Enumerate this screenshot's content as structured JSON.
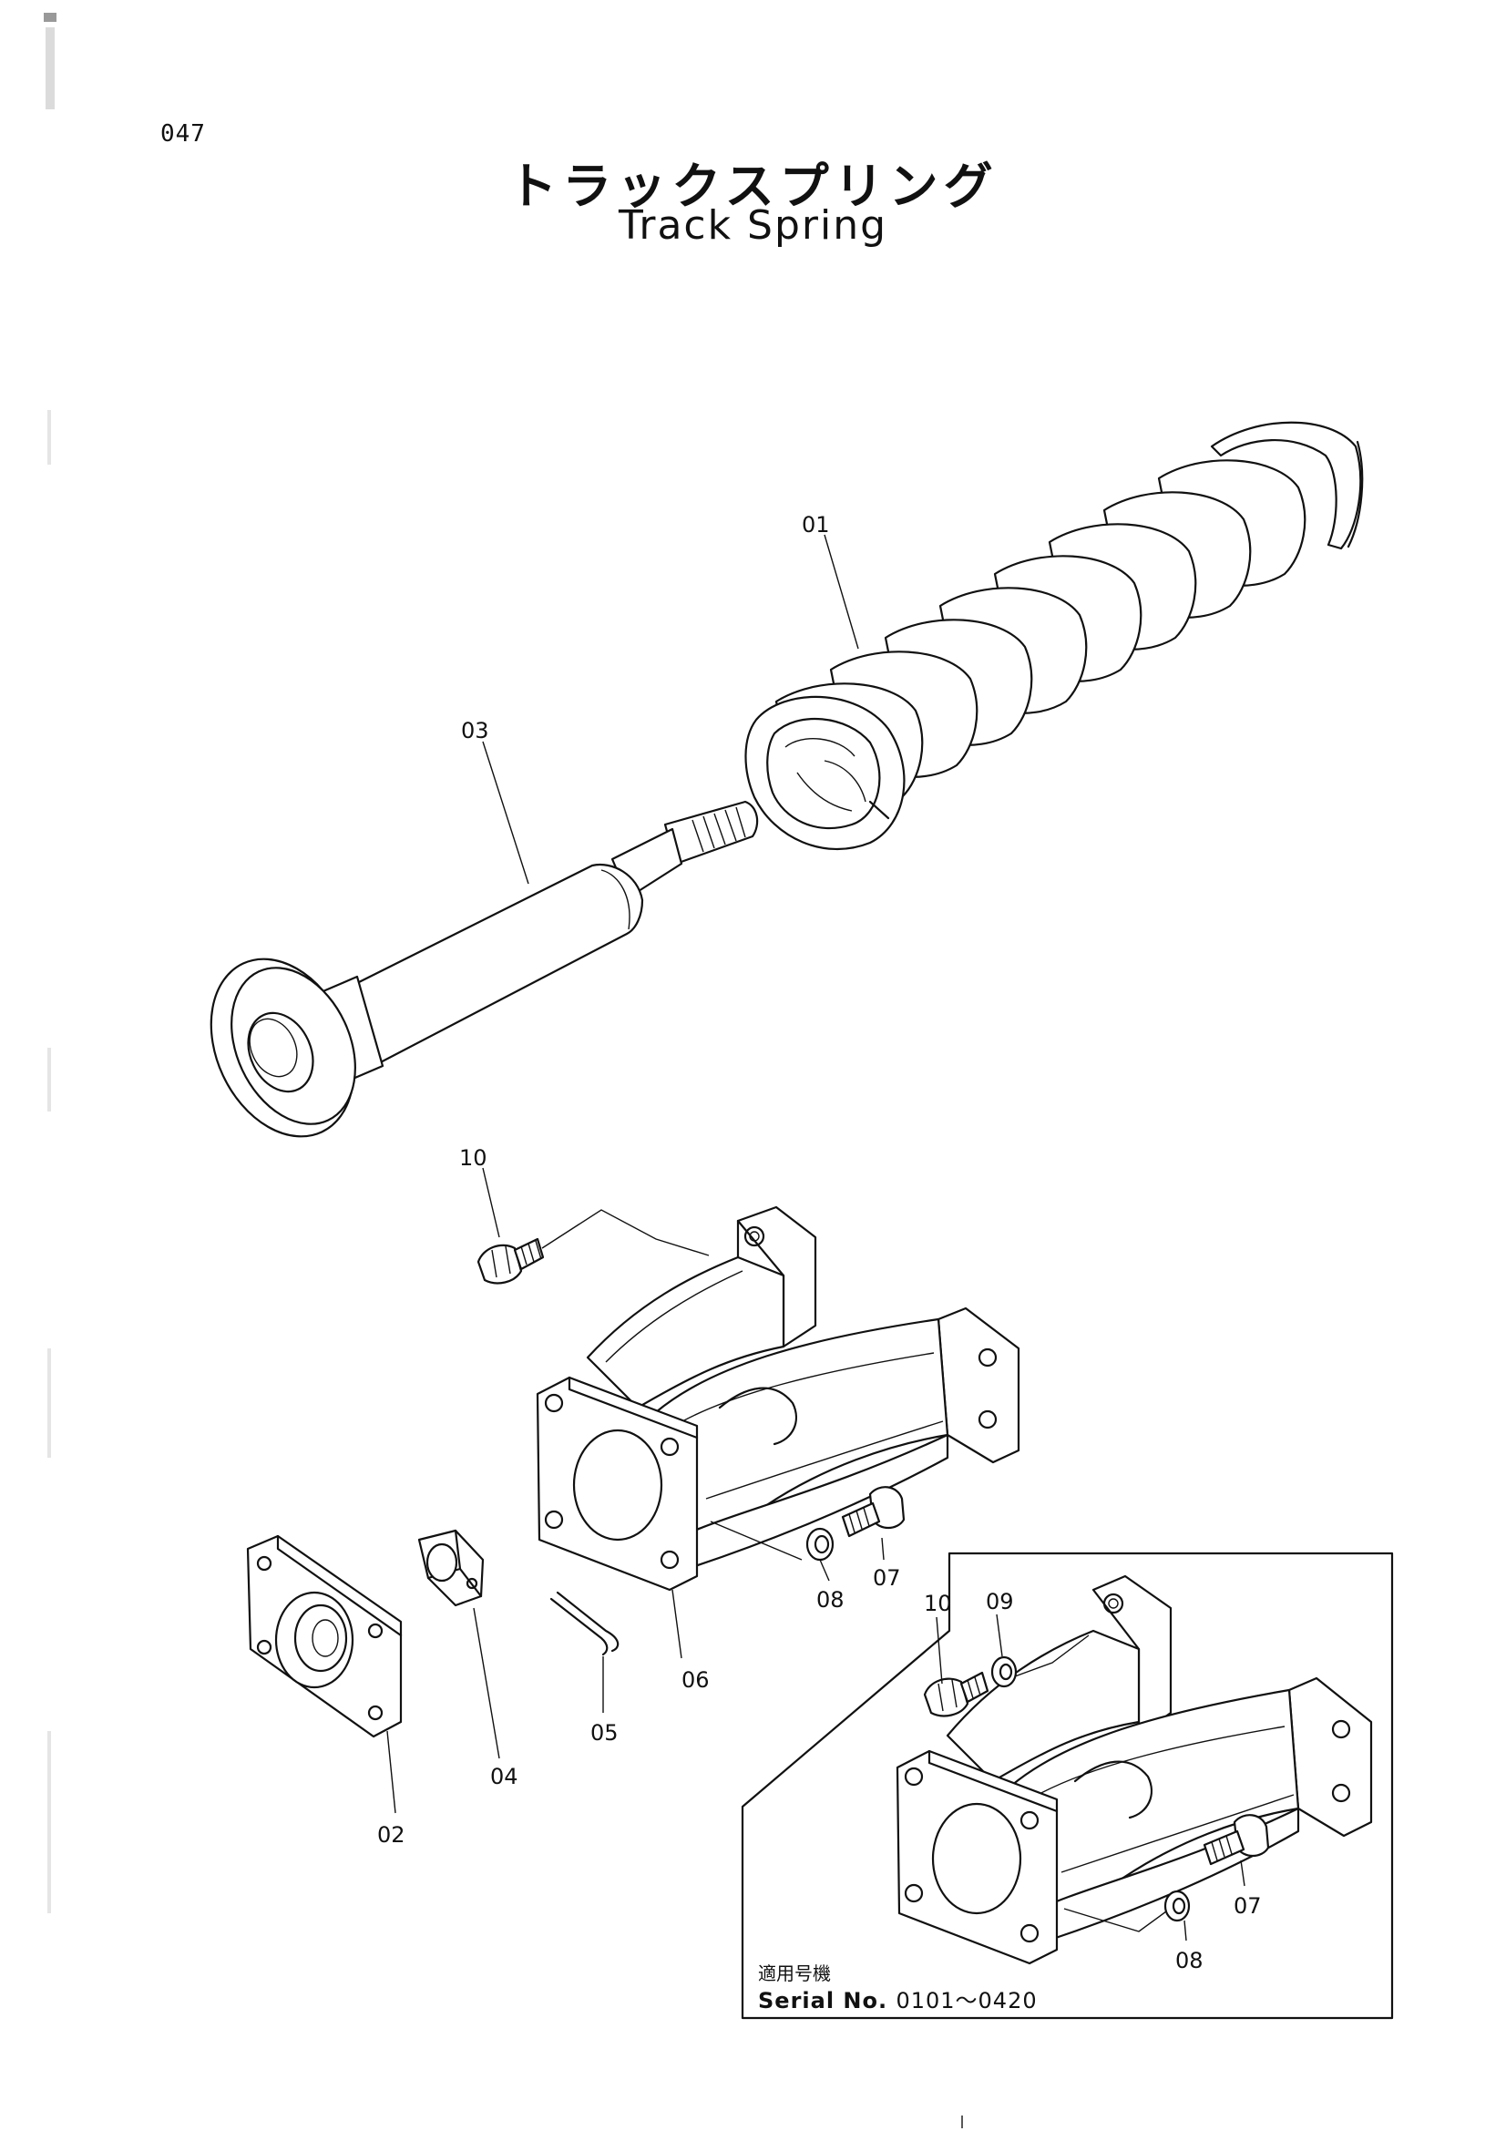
{
  "page_number": "047",
  "title_jp": "トラックスプリング",
  "title_en": "Track Spring",
  "callouts": {
    "p01": "01",
    "p02": "02",
    "p03": "03",
    "p04": "04",
    "p05": "05",
    "p06": "06",
    "p07": "07",
    "p08": "08",
    "p10": "10",
    "inset_p07": "07",
    "inset_p08": "08",
    "inset_p09": "09",
    "inset_p10": "10"
  },
  "inset": {
    "applicable_label": "適用号機",
    "serial_label": "Serial No.",
    "serial_range": "0101～0420"
  }
}
